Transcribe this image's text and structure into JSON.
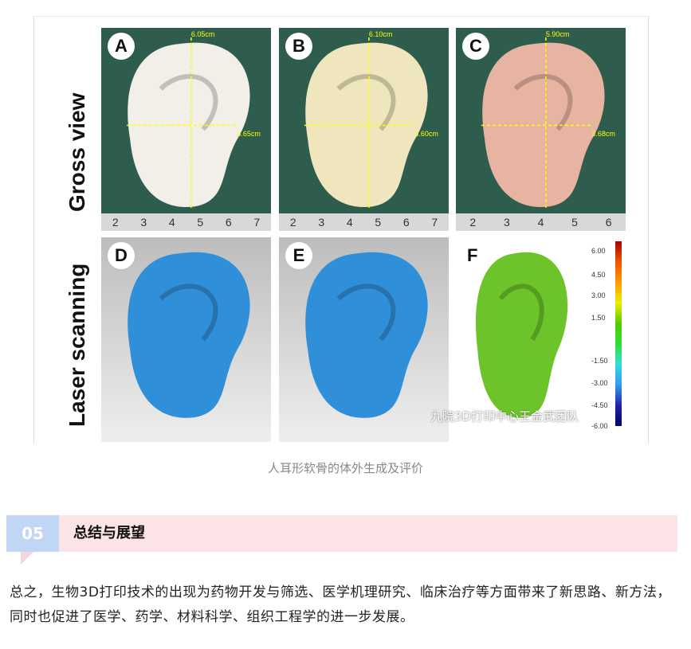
{
  "figure": {
    "row_labels": [
      "Gross view",
      "Laser scanning"
    ],
    "panels": [
      {
        "letter": "A",
        "height": "6.05cm",
        "width": "3.65cm",
        "ruler": [
          "2",
          "3",
          "4",
          "5",
          "6",
          "7"
        ],
        "color": "#f1efe8"
      },
      {
        "letter": "B",
        "height": "6.10cm",
        "width": "3.60cm",
        "ruler": [
          "2",
          "3",
          "4",
          "5",
          "6",
          "7"
        ],
        "color": "#efe6bd"
      },
      {
        "letter": "C",
        "height": "5.90cm",
        "width": "3.68cm",
        "ruler": [
          "2",
          "3",
          "4",
          "5",
          "6"
        ],
        "color": "#e8b4a2"
      },
      {
        "letter": "D",
        "color": "#2f8fd8"
      },
      {
        "letter": "E",
        "color": "#2f8fd8"
      },
      {
        "letter": "F",
        "color": "#6cc42a"
      }
    ],
    "scale_ticks": [
      "6.00",
      "4.50",
      "3.00",
      "1.50",
      "-1.50",
      "-3.00",
      "-4.50",
      "-6.00"
    ],
    "watermark": "九院3D打印中心王金武团队"
  },
  "caption": "人耳形软骨的体外生成及评价",
  "section": {
    "number": "05",
    "title": "总结与展望"
  },
  "paragraph": "总之，生物3D打印技术的出现为药物开发与筛选、医学机理研究、临床治疗等方面带来了新思路、新方法，同时也促进了医学、药学、材料科学、组织工程学的进一步发展。"
}
